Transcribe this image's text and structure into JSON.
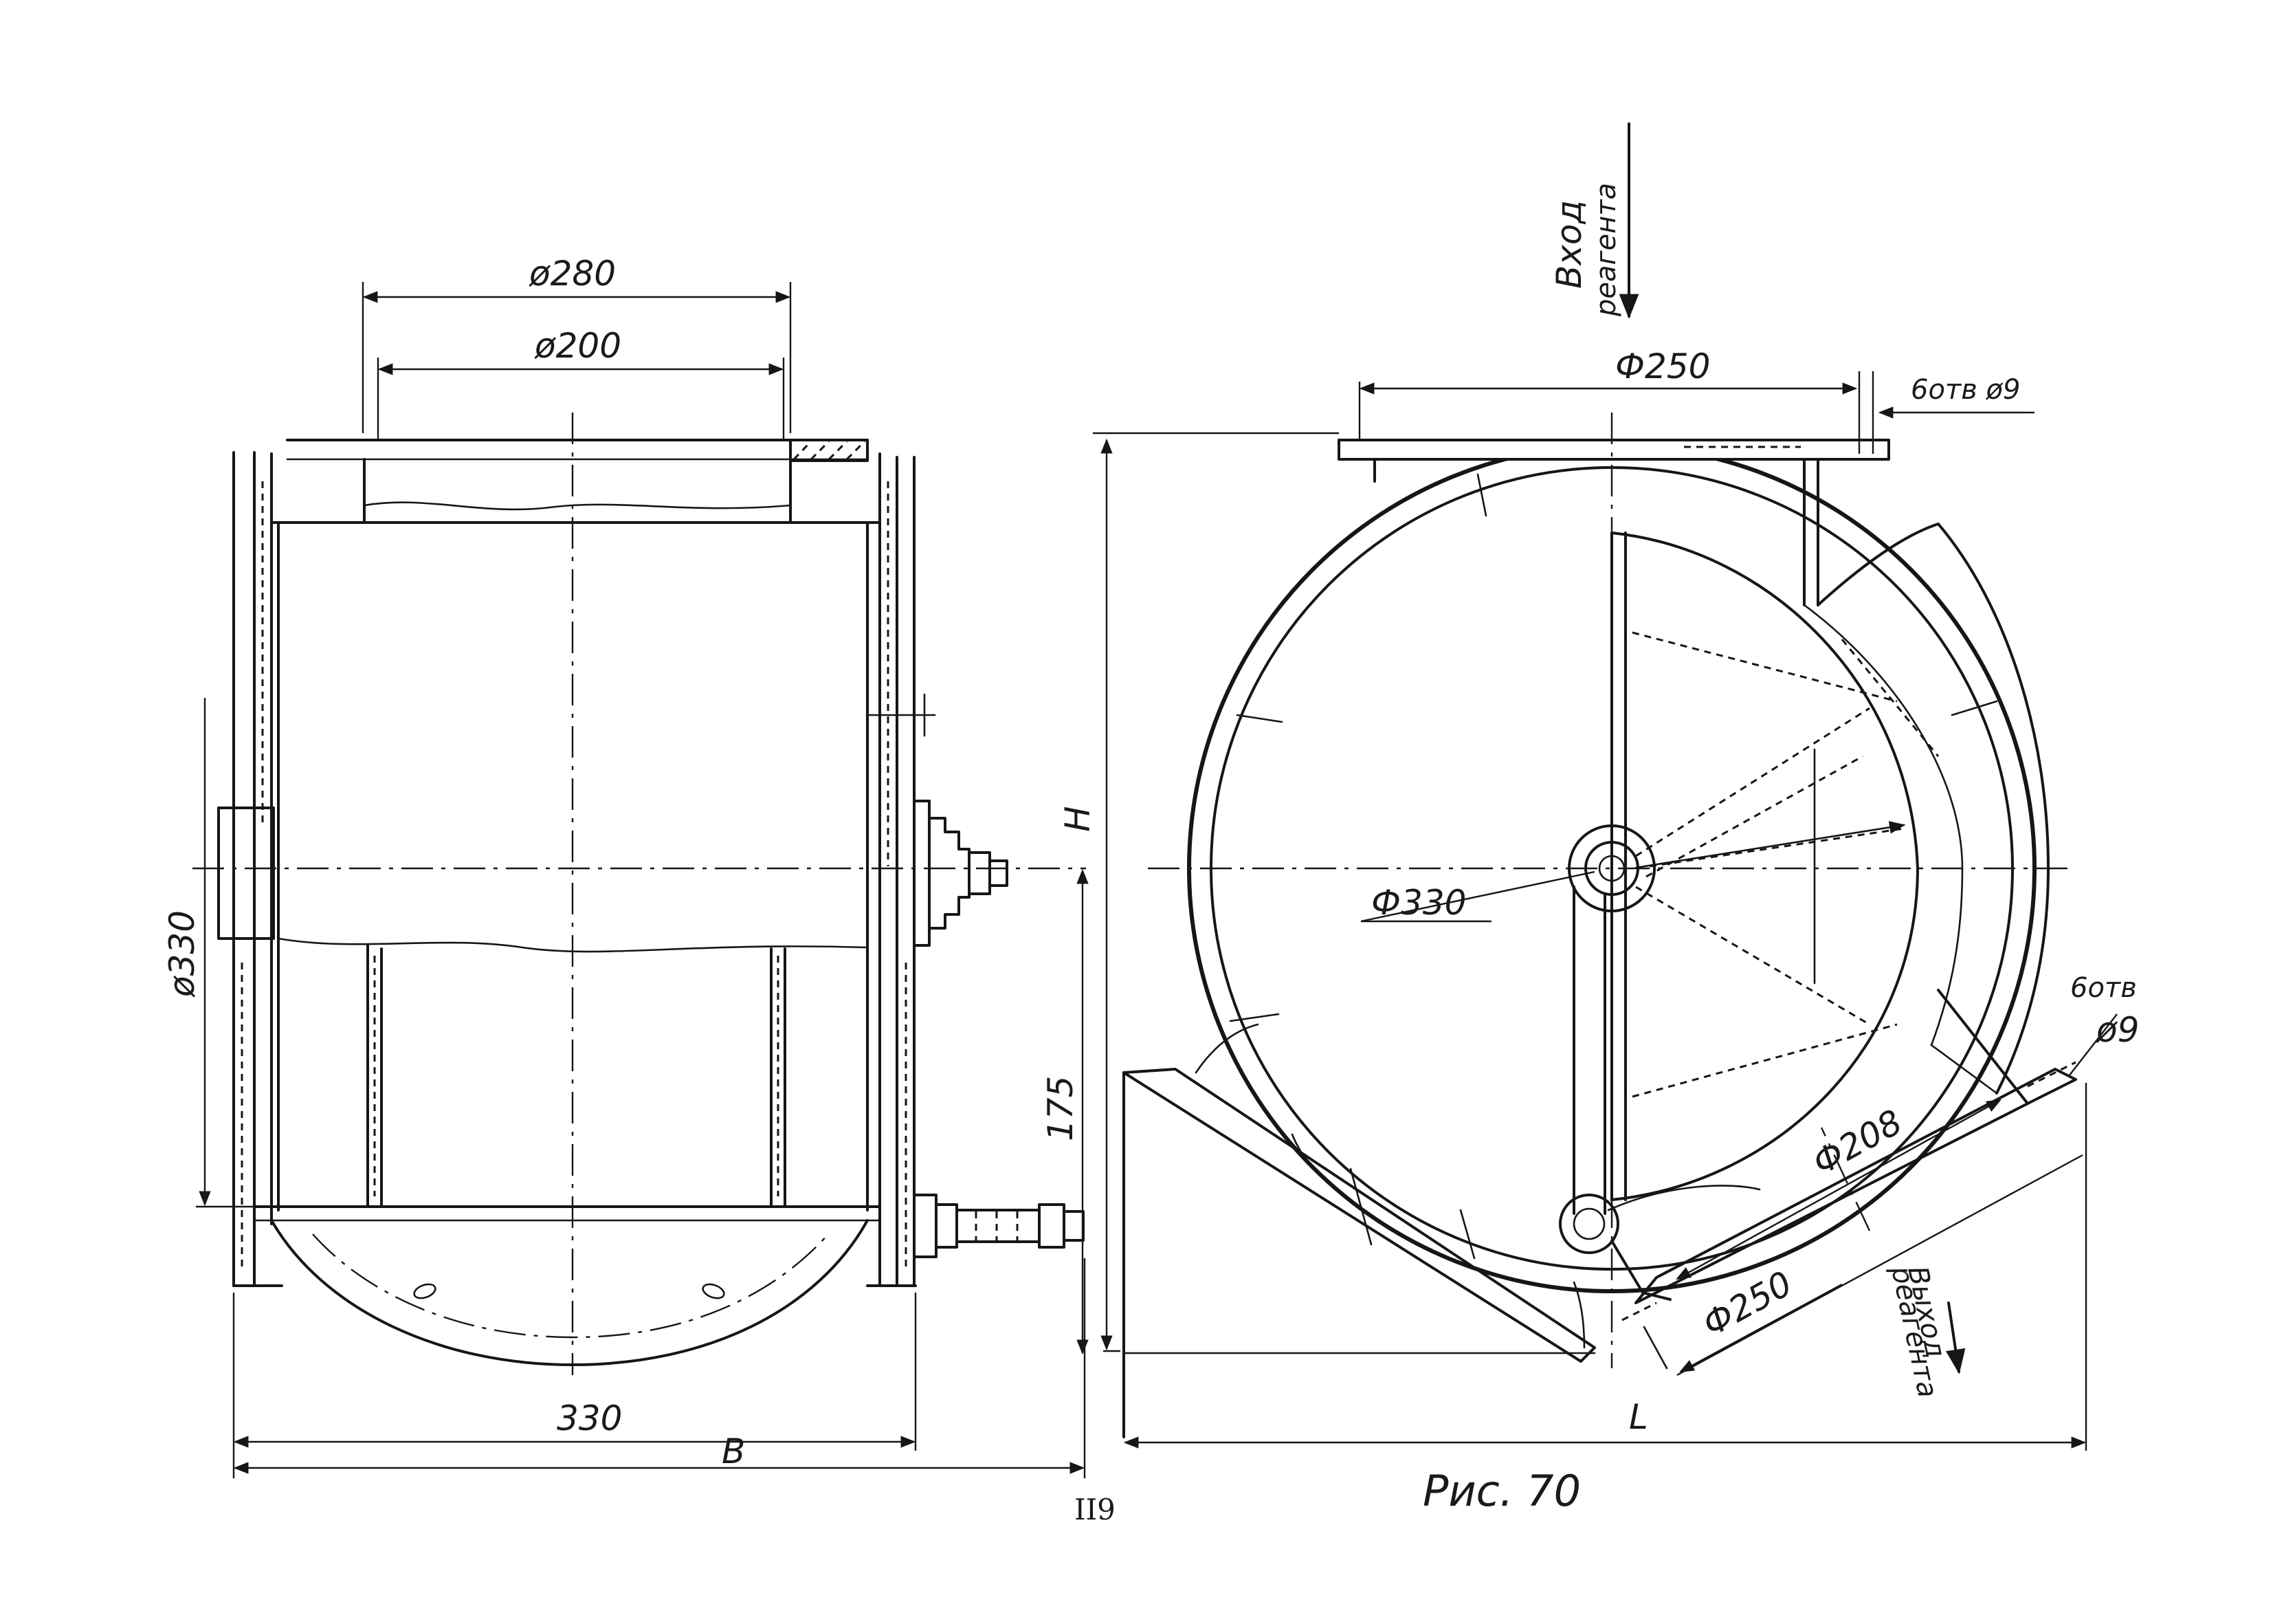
{
  "side_view": {
    "dia_outer": "ø280",
    "dia_inner": "ø200",
    "dia_drum": "ø330",
    "width_inner": "330",
    "width_total": "B"
  },
  "front_view": {
    "inlet_label_line1": "Вход",
    "inlet_label_line2": "реагента",
    "dia_inlet_flange": "Ф250",
    "holes_top": "6отв ø9",
    "height_label": "H",
    "dim_175": "175",
    "dia_drum": "Ф330",
    "holes_right_line1": "6отв",
    "holes_right_line2": "ø9",
    "dia_outlet_inner": "Ф208",
    "dia_outlet_flange": "Ф250",
    "outlet_label_line1": "Выход",
    "outlet_label_line2": "реагента",
    "length_label": "L"
  },
  "page_number": "II9",
  "figure_caption": "Рис. 70"
}
